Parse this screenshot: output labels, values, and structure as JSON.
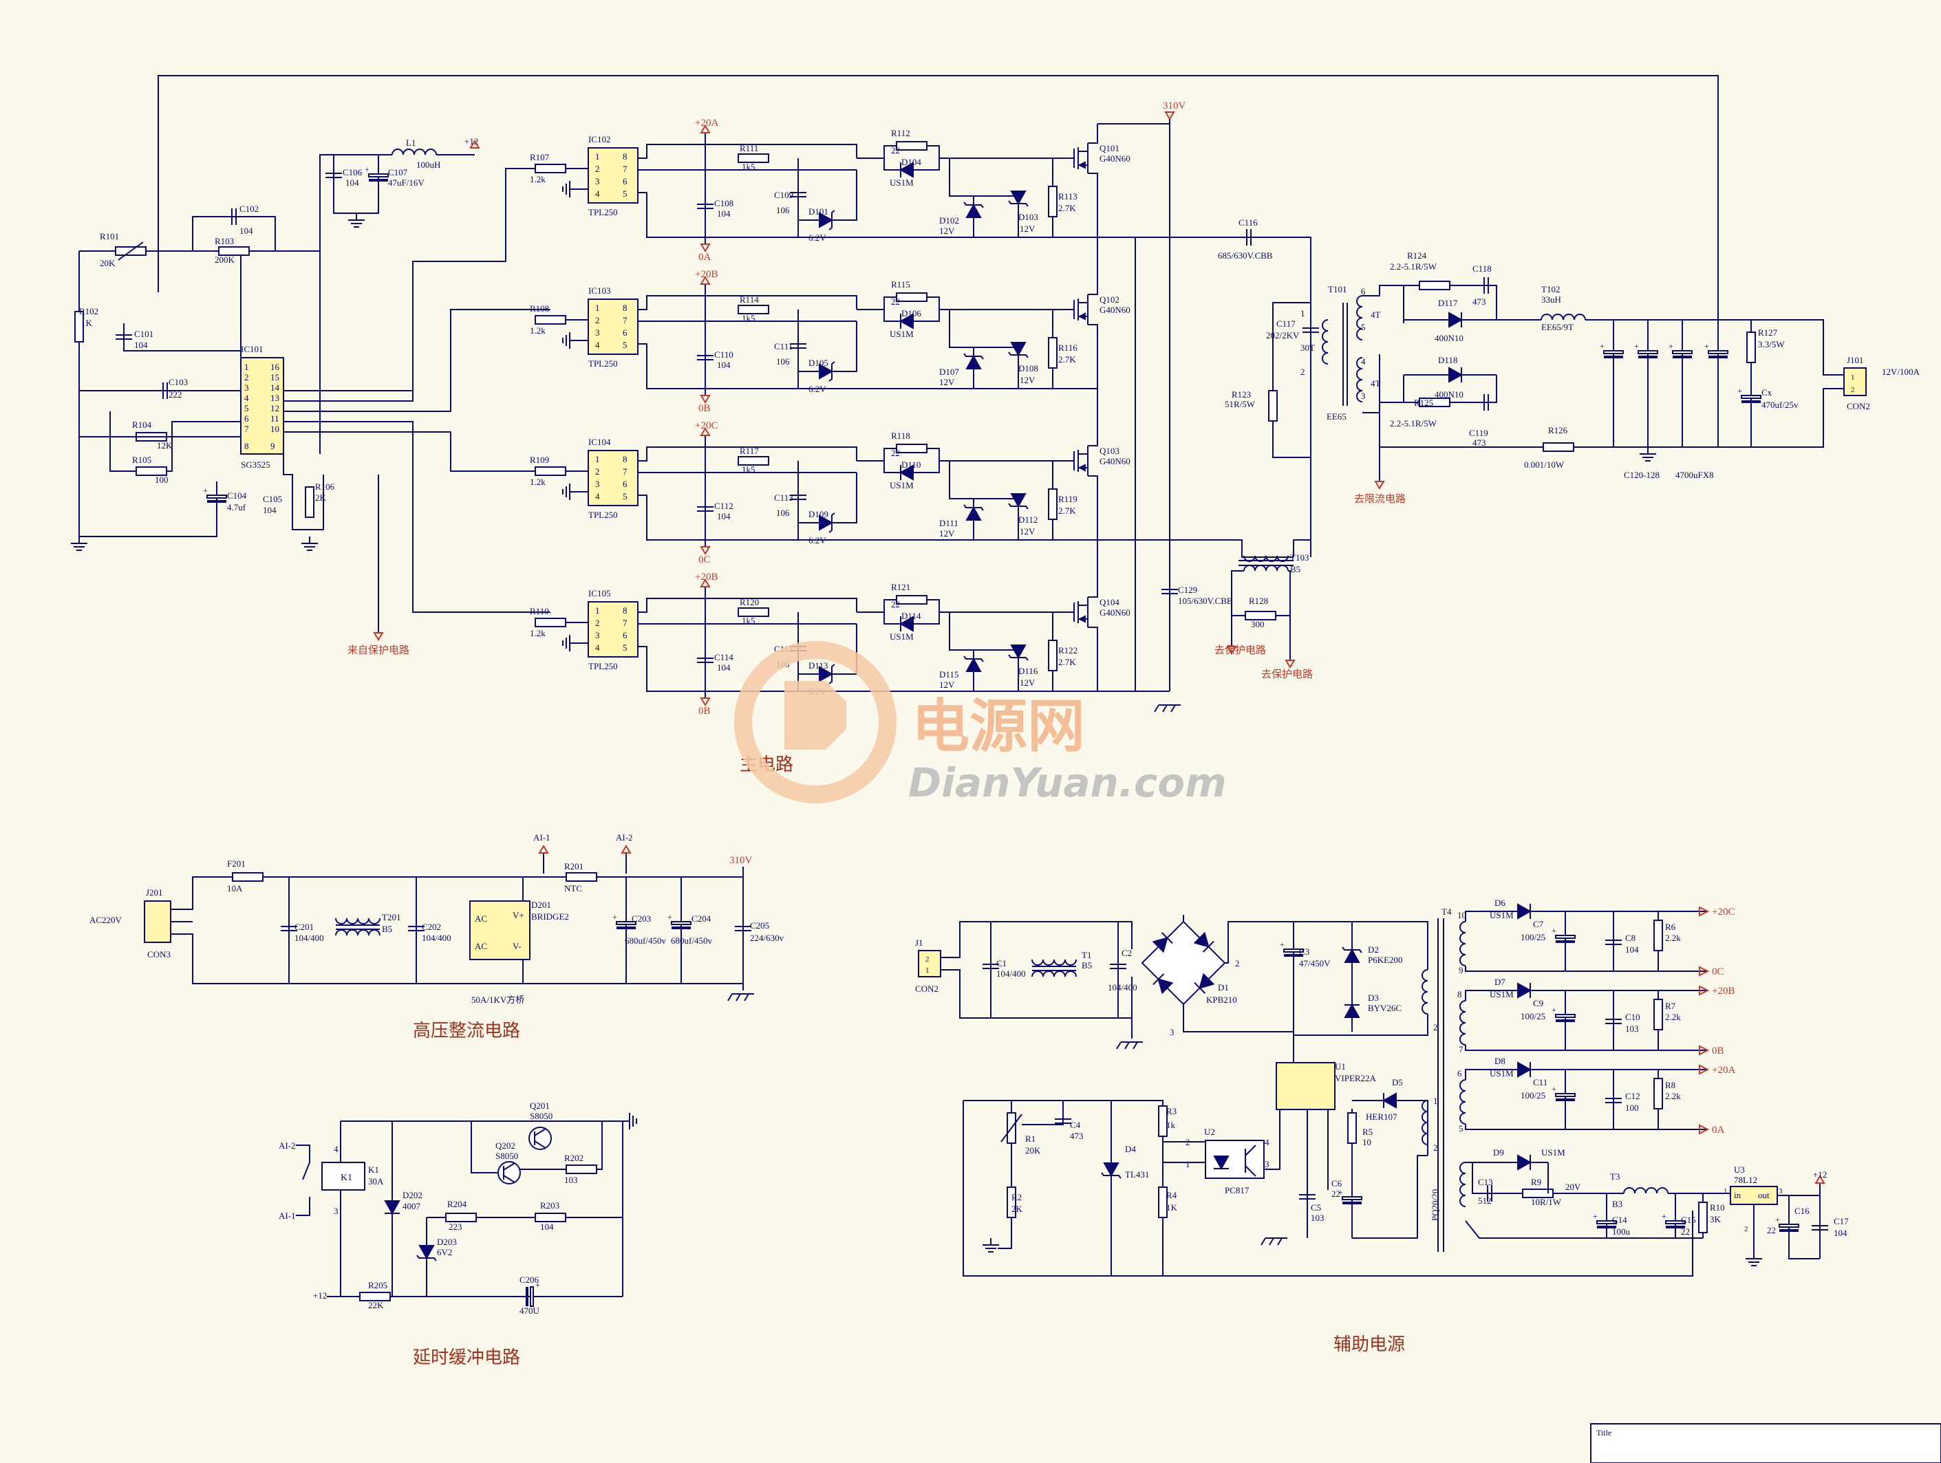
{
  "sections": {
    "main": "主电路",
    "hv_rectifier": "高压整流电路",
    "delay_buffer": "延时缓冲电路",
    "aux": "辅助电源"
  },
  "watermark": {
    "cn": "电源网",
    "en": "DianYuan.com"
  },
  "title_block": {
    "label": "Title"
  },
  "nets": {
    "v310_top": "310V",
    "v310_hv": "310V",
    "p12_top": "+12",
    "p12_aux": "+12",
    "p20a": "+20A",
    "p20b": "+20B",
    "p20c": "+20C",
    "p20b2": "+20B",
    "n0a": "0A",
    "n0b": "0B",
    "n0c": "0C",
    "n0b2": "0B",
    "aux_p20c": "+20C",
    "aux_0c": "0C",
    "aux_p20b": "+20B",
    "aux_0b": "0B",
    "aux_p20a": "+20A",
    "aux_0a": "0A",
    "ai1": "AI-1",
    "ai2": "AI-2",
    "ai2_relay": "AI-2",
    "ai1_relay": "AI-1",
    "p12_delay": "+12",
    "from_protect": "来自保护电路",
    "to_protect1": "去保护电路",
    "to_protect2": "去保护电路",
    "to_limit": "去限流电路",
    "v20": "20V"
  },
  "parts": {
    "ic101": "IC101",
    "sg3525": "SG3525",
    "ic102": "IC102",
    "ic103": "IC103",
    "ic104": "IC104",
    "ic105": "IC105",
    "tpl": "TPL250",
    "r101": "R101",
    "r101v": "20K",
    "r102": "R102",
    "r102v": "1K",
    "r103": "R103",
    "r103v": "200K",
    "c102": "C102",
    "c102v": "104",
    "c101": "C101",
    "c101v": "104",
    "c103": "C103",
    "c103v": "222",
    "r104": "R104",
    "r104v": "12K",
    "r105": "R105",
    "r105v": "100",
    "c104": "C104",
    "c104v": "4.7uf",
    "c105": "C105",
    "c105v": "104",
    "r106": "R106",
    "r106v": "2K",
    "c106": "C106",
    "c106v": "104",
    "c107": "C107",
    "c107v": "47uF/16V",
    "l1": "L1",
    "l1v": "100uH",
    "r107": "R107",
    "r108": "R108",
    "r109": "R109",
    "r110": "R110",
    "r1k2": "1.2k",
    "r111": "R111",
    "r114": "R114",
    "r117": "R117",
    "r120": "R120",
    "v1k5": "1k5",
    "r112": "R112",
    "r115": "R115",
    "r118": "R118",
    "r121": "R121",
    "v22": "22",
    "d104": "D104",
    "d106": "D106",
    "d110": "D110",
    "d114": "D114",
    "us1m": "US1M",
    "c108": "C108",
    "c110": "C110",
    "c112": "C112",
    "c114": "C114",
    "v104": "104",
    "c109": "C109",
    "c111": "C111",
    "c113": "C113",
    "c115": "C115",
    "v106": "106",
    "d101": "D101",
    "d105": "D105",
    "d109": "D109",
    "d113": "D113",
    "v62": "6.2V",
    "d102": "D102",
    "d107": "D107",
    "d111": "D111",
    "d115": "D115",
    "d103": "D103",
    "d108": "D108",
    "d112": "D112",
    "d116": "D116",
    "v12v": "12V",
    "r113": "R113",
    "r116": "R116",
    "r119": "R119",
    "r122": "R122",
    "v27k": "2.7K",
    "q101": "Q101",
    "q102": "Q102",
    "q103": "Q103",
    "q104": "Q104",
    "g40n60": "G40N60",
    "c116": "C116",
    "c116v": "685/630V.CBB",
    "c117": "C117",
    "c117v": "202/2KV",
    "r123": "R123",
    "r123v": "51R/5W",
    "c129": "C129",
    "c129v": "105/630V.CBB",
    "t101": "T101",
    "t101n": "30T",
    "ee65": "EE65",
    "t4a": "4T",
    "t4b": "4T",
    "pin1": "1",
    "pin2": "2",
    "pin3": "3",
    "pin4": "4",
    "pin5": "5",
    "pin6": "6",
    "t103": "T103",
    "t103v": "B5",
    "r128": "R128",
    "r128v": "300",
    "r124": "R124",
    "r124v": "2.2-5.1R/5W",
    "r125": "R125",
    "r125v": "2.2-5.1R/5W",
    "c118": "C118",
    "c118v": "473",
    "c119": "C119",
    "c119v": "473",
    "d117": "D117",
    "d118": "D118",
    "v400": "400N10",
    "t102": "T102",
    "t102v": "33uH",
    "t102t": "EE65/9T",
    "r126": "R126",
    "r126v": "0.001/10W",
    "c120": "C120-128",
    "c120v": "4700uFX8",
    "r127": "R127",
    "r127v": "3.3/5W",
    "cx": "Cx",
    "cxv": "470uf/25v",
    "j101": "J101",
    "j101c": "CON2",
    "j101v": "12V/100A",
    "j201": "J201",
    "con3": "CON3",
    "ac220": "AC220V",
    "f201": "F201",
    "f201v": "10A",
    "c201": "C201",
    "c201v": "104/400",
    "t201": "T201",
    "t201v": "B5",
    "c202": "C202",
    "c202v": "104/400",
    "d201": "D201",
    "d201v": "BRIDGE2",
    "d201n": "50A/1KV方桥",
    "r201": "R201",
    "r201v": "NTC",
    "c203": "C203",
    "c203v": "680uf/450v",
    "c204": "C204",
    "c204v": "680uf/450v",
    "c205": "C205",
    "c205v": "224/630v",
    "ac": "AC",
    "vplus": "V+",
    "vminus": "V-",
    "k1": "K1",
    "k1v": "30A",
    "d202": "D202",
    "d202v": "4007",
    "d203": "D203",
    "d203v": "6V2",
    "q201": "Q201",
    "q201v": "S8050",
    "q202": "Q202",
    "q202v": "S8050",
    "r202": "R202",
    "r202v": "103",
    "r203": "R203",
    "r203v": "104",
    "r204": "R204",
    "r204v": "223",
    "r205": "R205",
    "r205v": "22K",
    "c206": "C206",
    "c206v": "470U",
    "j1": "J1",
    "con2": "CON2",
    "c1": "C1",
    "c1v": "104/400",
    "t1": "T1",
    "t1v": "B5",
    "c2": "C2",
    "c2v": "104/400",
    "d1": "D1",
    "d1v": "KPB210",
    "c3": "C3",
    "c3v": "47/450V",
    "d2": "D2",
    "d2v": "P6KE200",
    "d3": "D3",
    "d3v": "BYV26C",
    "t4": "T4",
    "pq": "PQ20/20",
    "u1": "U1",
    "u1v": "VIPER22A",
    "d5": "D5",
    "d5v": "HER107",
    "r5": "R5",
    "r5v": "10",
    "c6": "C6",
    "c6v": "22",
    "c5": "C5",
    "c5v": "103",
    "u2": "U2",
    "u2v": "PC817",
    "d4": "D4",
    "d4v": "TL431",
    "c4": "C4",
    "c4v": "473",
    "r1": "R1",
    "r1v": "20K",
    "r2": "R2",
    "r2v": "2K",
    "r3": "R3",
    "r3v": "1k",
    "r4": "R4",
    "r4v": "1K",
    "d6": "D6",
    "d7": "D7",
    "d8": "D8",
    "d9": "D9",
    "c7": "C7",
    "c9": "C9",
    "c11": "C11",
    "v10025": "100/25",
    "c8": "C8",
    "c8v": "104",
    "c10": "C10",
    "c10v": "103",
    "c12": "C12",
    "c12v": "100",
    "r6": "R6",
    "r7": "R7",
    "r8": "R8",
    "v22k": "2.2k",
    "c13": "C13",
    "c13v": "512",
    "r9": "R9",
    "r9v": "10R/1W",
    "t3": "T3",
    "b3": "B3",
    "c14": "C14",
    "c14v": "100u",
    "c15": "C15",
    "c15v": "22",
    "r10": "R10",
    "r10v": "3K",
    "u3": "U3",
    "u3v": "78L12",
    "in": "in",
    "out": "out",
    "c16": "C16",
    "c16v": "22",
    "c17": "C17",
    "c17v": "104"
  }
}
